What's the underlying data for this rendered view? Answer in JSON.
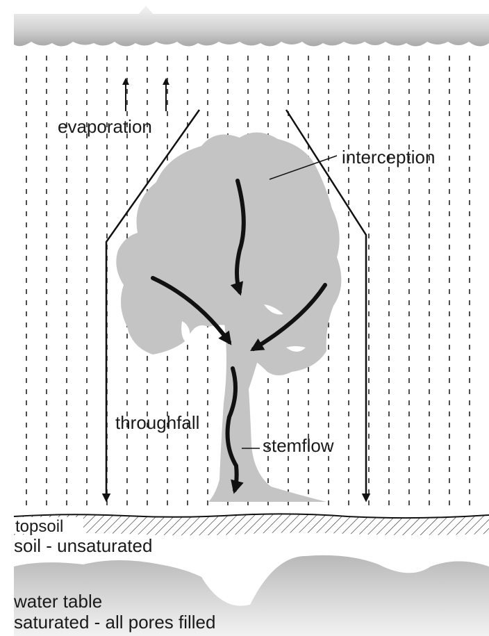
{
  "labels": {
    "evaporation": "evaporation",
    "interception": "interception",
    "throughfall": "throughfall",
    "stemflow": "stemflow",
    "topsoil": "topsoil",
    "soil_unsaturated": "soil - unsaturated",
    "water_table": "water table",
    "saturated": "saturated - all pores filled"
  },
  "colors": {
    "tree": "#c4c4c4",
    "cloud": "#b8b8b8",
    "ink": "#111111",
    "groundwater": "#c8c8c8"
  }
}
